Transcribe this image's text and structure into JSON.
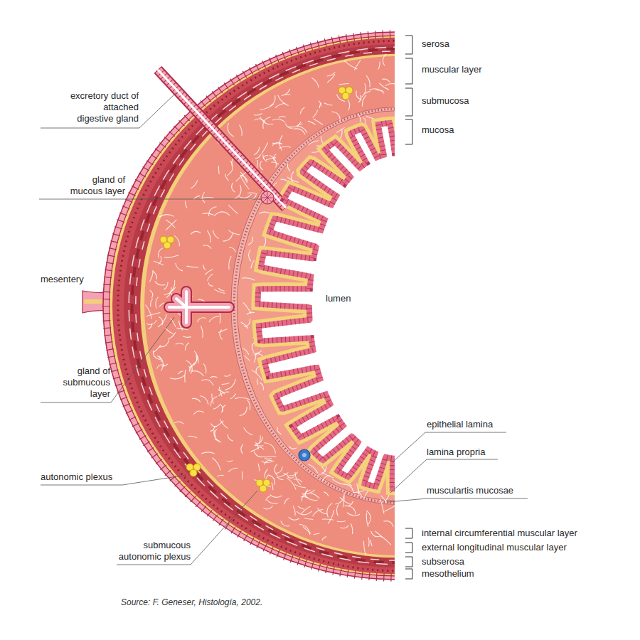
{
  "diagram": {
    "caption": "Source: F. Geneser, Histología, 2002.",
    "labels": [
      "serosa",
      "muscular layer",
      "submucosa",
      "mucosa",
      "excretory duct of attached digestive gland",
      "gland of mucous layer",
      "mesentery",
      "lumen",
      "gland of submucous layer",
      "epithelial lamina",
      "lamina propria",
      "musculartis mucosae",
      "autonomic plexus",
      "submucous autonomic plexus",
      "internal circumferential muscular layer",
      "external longitudinal muscular layer",
      "subserosa",
      "mesothelium"
    ]
  }
}
